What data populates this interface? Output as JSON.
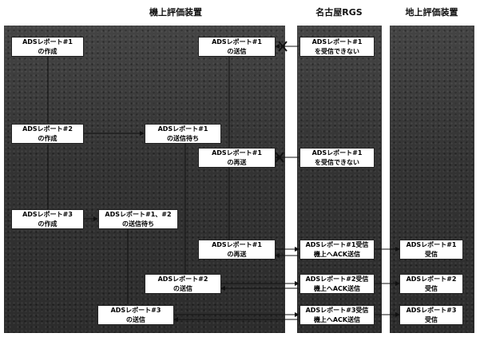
{
  "headers": {
    "onboard": "機上評価装置",
    "nagoya": "名古屋RGS",
    "ground": "地上評価装置"
  },
  "onboard_boxes": {
    "create1": [
      "ADSレポート#1",
      "の作成"
    ],
    "send1": [
      "ADSレポート#1",
      "の送信"
    ],
    "create2": [
      "ADSレポート#2",
      "の作成"
    ],
    "wait1": [
      "ADSレポート#1",
      "の送信待ち"
    ],
    "resend1a": [
      "ADSレポート#1",
      "の再送"
    ],
    "create3": [
      "ADSレポート#3",
      "の作成"
    ],
    "wait12": [
      "ADSレポート#1、#2",
      "の送信待ち"
    ],
    "resend1b": [
      "ADSレポート#1",
      "の再送"
    ],
    "send2": [
      "ADSレポート#2",
      "の送信"
    ],
    "send3": [
      "ADSレポート#3",
      "の送信"
    ]
  },
  "nagoya_boxes": {
    "fail1a": [
      "ADSレポート#1",
      "を受信できない"
    ],
    "fail1b": [
      "ADSレポート#1",
      "を受信できない"
    ],
    "ack1": [
      "ADSレポート#1受信",
      "機上へACK送信"
    ],
    "ack2": [
      "ADSレポート#2受信",
      "機上へACK送信"
    ],
    "ack3": [
      "ADSレポート#3受信",
      "機上へACK送信"
    ]
  },
  "ground_boxes": {
    "recv1": [
      "ADSレポート#1",
      "受信"
    ],
    "recv2": [
      "ADSレポート#2",
      "受信"
    ],
    "recv3": [
      "ADSレポート#3",
      "受信"
    ]
  },
  "colors": {
    "panel": "#3a3a3a",
    "box_border": "#222222",
    "line": "#111111"
  }
}
